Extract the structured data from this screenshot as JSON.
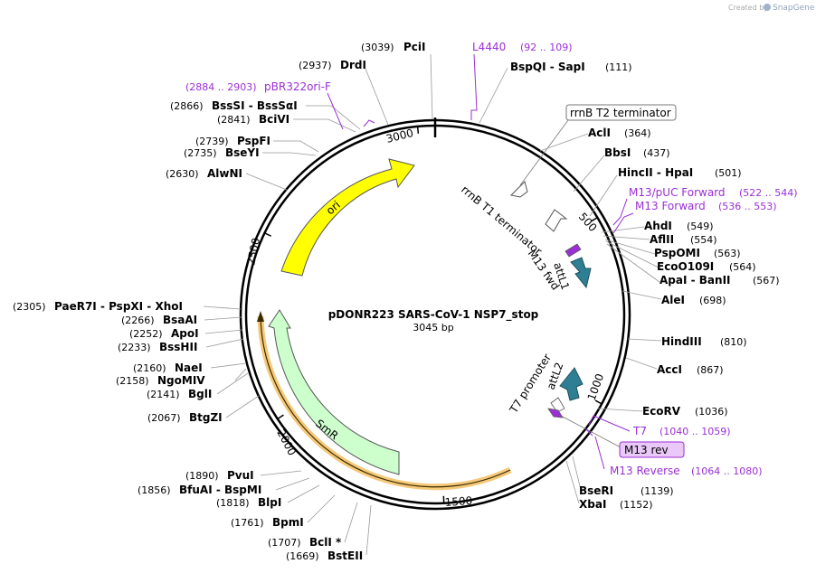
{
  "credit": {
    "prefix": "Created by",
    "brand": "SnapGene"
  },
  "plasmid": {
    "name": "pDONR223 SARS-CoV-1 NSP7_stop",
    "size": "3045 bp"
  },
  "ticks": [
    "500",
    "1000",
    "1500",
    "2000",
    "2500",
    "3000"
  ],
  "features": {
    "ori": "ori",
    "smr": "SmR",
    "rrnb_t1": "rrnB T1 terminator",
    "rrnb_t2": "rrnB T2 terminator",
    "m13_fwd": "M13 fwd",
    "attl1": "attL1",
    "attl2": "attL2",
    "t7_promoter": "T7 promoter",
    "m13_rev": "M13 rev"
  },
  "sites": [
    {
      "id": "pcii",
      "pos": "(3039)",
      "name": "PciI"
    },
    {
      "id": "drdi",
      "pos": "(2937)",
      "name": "DrdI"
    },
    {
      "id": "bsssi",
      "pos": "(2866)",
      "name": "BssSI  -  BssSαI"
    },
    {
      "id": "bcivi",
      "pos": "(2841)",
      "name": "BciVI"
    },
    {
      "id": "pspfi",
      "pos": "(2739)",
      "name": "PspFI"
    },
    {
      "id": "bseyi",
      "pos": "(2735)",
      "name": "BseYI"
    },
    {
      "id": "alwni",
      "pos": "(2630)",
      "name": "AlwNI"
    },
    {
      "id": "paer7i",
      "pos": "(2305)",
      "name": "PaeR7I  -  PspXI  -  XhoI"
    },
    {
      "id": "bsaai",
      "pos": "(2266)",
      "name": "BsaAI"
    },
    {
      "id": "apoi",
      "pos": "(2252)",
      "name": "ApoI"
    },
    {
      "id": "bsshii",
      "pos": "(2233)",
      "name": "BssHII"
    },
    {
      "id": "naei",
      "pos": "(2160)",
      "name": "NaeI"
    },
    {
      "id": "ngomiv",
      "pos": "(2158)",
      "name": "NgoMIV"
    },
    {
      "id": "bgli",
      "pos": "(2141)",
      "name": "BglI"
    },
    {
      "id": "btgzi",
      "pos": "(2067)",
      "name": "BtgZI"
    },
    {
      "id": "pvui",
      "pos": "(1890)",
      "name": "PvuI"
    },
    {
      "id": "bfuai",
      "pos": "(1856)",
      "name": "BfuAI  -  BspMI"
    },
    {
      "id": "blpi",
      "pos": "(1818)",
      "name": "BlpI"
    },
    {
      "id": "bpmi",
      "pos": "(1761)",
      "name": "BpmI"
    },
    {
      "id": "bcli",
      "pos": "(1707)",
      "name": "BclI *"
    },
    {
      "id": "bsteii",
      "pos": "(1669)",
      "name": "BstEII"
    },
    {
      "id": "bspqi",
      "pos": "(111)",
      "name": "BspQI  -  SapI"
    },
    {
      "id": "acli",
      "pos": "(364)",
      "name": "AclI"
    },
    {
      "id": "bbsi",
      "pos": "(437)",
      "name": "BbsI"
    },
    {
      "id": "hincii",
      "pos": "(501)",
      "name": "HincII  -  HpaI"
    },
    {
      "id": "ahdi",
      "pos": "(549)",
      "name": "AhdI"
    },
    {
      "id": "aflii",
      "pos": "(554)",
      "name": "AflII"
    },
    {
      "id": "pspomi",
      "pos": "(563)",
      "name": "PspOMI"
    },
    {
      "id": "ecoo109i",
      "pos": "(564)",
      "name": "EcoO109I"
    },
    {
      "id": "apai",
      "pos": "(567)",
      "name": "ApaI  -  BanII"
    },
    {
      "id": "alei",
      "pos": "(698)",
      "name": "AleI"
    },
    {
      "id": "hindiii",
      "pos": "(810)",
      "name": "HindIII"
    },
    {
      "id": "acci",
      "pos": "(867)",
      "name": "AccI"
    },
    {
      "id": "ecorv",
      "pos": "(1036)",
      "name": "EcoRV"
    },
    {
      "id": "bseri",
      "pos": "(1139)",
      "name": "BseRI"
    },
    {
      "id": "xbai",
      "pos": "(1152)",
      "name": "XbaI"
    }
  ],
  "primers": [
    {
      "id": "l4440",
      "name": "L4440",
      "range": "(92 .. 109)"
    },
    {
      "id": "pbr322ori",
      "name": "pBR322ori-F",
      "range": "(2884 .. 2903)"
    },
    {
      "id": "m13puc",
      "name": "M13/pUC Forward",
      "range": "(522 .. 544)"
    },
    {
      "id": "m13fwd",
      "name": "M13 Forward",
      "range": "(536 .. 553)"
    },
    {
      "id": "t7",
      "name": "T7",
      "range": "(1040 .. 1059)"
    },
    {
      "id": "m13rev",
      "name": "M13 Reverse",
      "range": "(1064 .. 1080)"
    }
  ],
  "colors": {
    "ori": "#ffff00",
    "smr": "#ccffcc",
    "att": "#2e7f93",
    "primer": "#9a2fd6",
    "highlight": "#f5c97a",
    "backbone": "#000000"
  }
}
